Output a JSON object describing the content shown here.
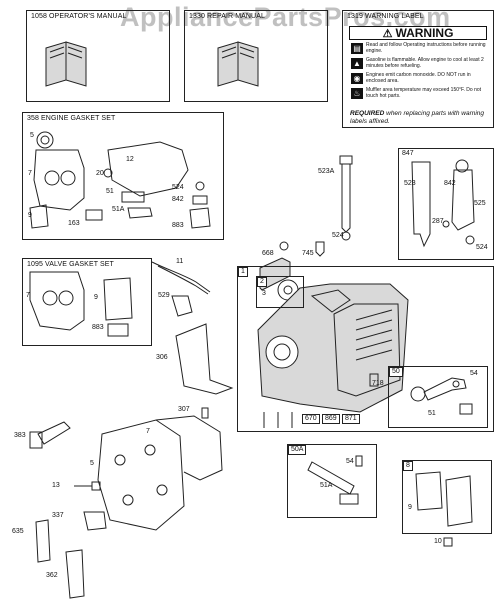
{
  "watermark": "AppliancePartsPros.com",
  "kits": {
    "operators_manual": "1058 OPERATOR'S MANUAL",
    "repair_manual": "1330 REPAIR MANUAL",
    "warning_label": "1319 WARNING LABEL",
    "engine_gasket_set": "358 ENGINE GASKET SET",
    "valve_gasket_set": "1095 VALVE GASKET SET"
  },
  "warning_label": {
    "heading": "WARNING",
    "lines": [
      "Read and follow Operating instructions before running engine.",
      "Gasoline is flammable. Allow engine to cool at least 2 minutes before refueling.",
      "Engines emit carbon monoxide. DO NOT run in enclosed area.",
      "Muffler area temperature may exceed 150°F. Do not touch hot parts."
    ],
    "note_bold": "REQUIRED",
    "note_rest": " when replacing parts with warning labels affixed."
  },
  "parts": {
    "p5a": "5",
    "p7a": "7",
    "p12": "12",
    "p20": "20",
    "p51": "51",
    "p51a_top": "51A",
    "p9a": "9",
    "p163": "163",
    "p524a": "524",
    "p842a": "842",
    "p883a": "883",
    "p523a": "523A",
    "p524b": "524",
    "p847": "847",
    "p523": "523",
    "p842b": "842",
    "p525": "525",
    "p287": "287",
    "p524c": "524",
    "p668": "668",
    "p745": "745",
    "p7b": "7",
    "p9b": "9",
    "p883b": "883",
    "p11": "11",
    "p529": "529",
    "p306": "306",
    "p307": "307",
    "p1": "1",
    "p2": "2",
    "p3": "3",
    "p718": "718",
    "p670": "670",
    "p869": "869",
    "p871": "871",
    "p50": "50",
    "p54a": "54",
    "p51b": "51",
    "p383": "383",
    "p7c": "7",
    "p5b": "5",
    "p13": "13",
    "p337": "337",
    "p635": "635",
    "p362": "362",
    "p50a": "50A",
    "p54b": "54",
    "p51a_bot": "51A",
    "p8": "8",
    "p9c": "9",
    "p10": "10"
  }
}
